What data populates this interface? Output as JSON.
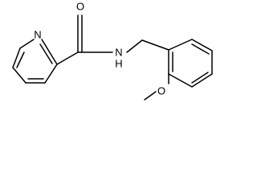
{
  "molecule": {
    "atom_labels": {
      "pyridine_nitrogen": "N",
      "carbonyl_oxygen": "O",
      "amide_nitrogen": "N",
      "amide_hydrogen": "H",
      "ether_oxygen": "O"
    },
    "colors": {
      "bond": "#000000",
      "label": "#000000",
      "background": "#ffffff"
    }
  }
}
